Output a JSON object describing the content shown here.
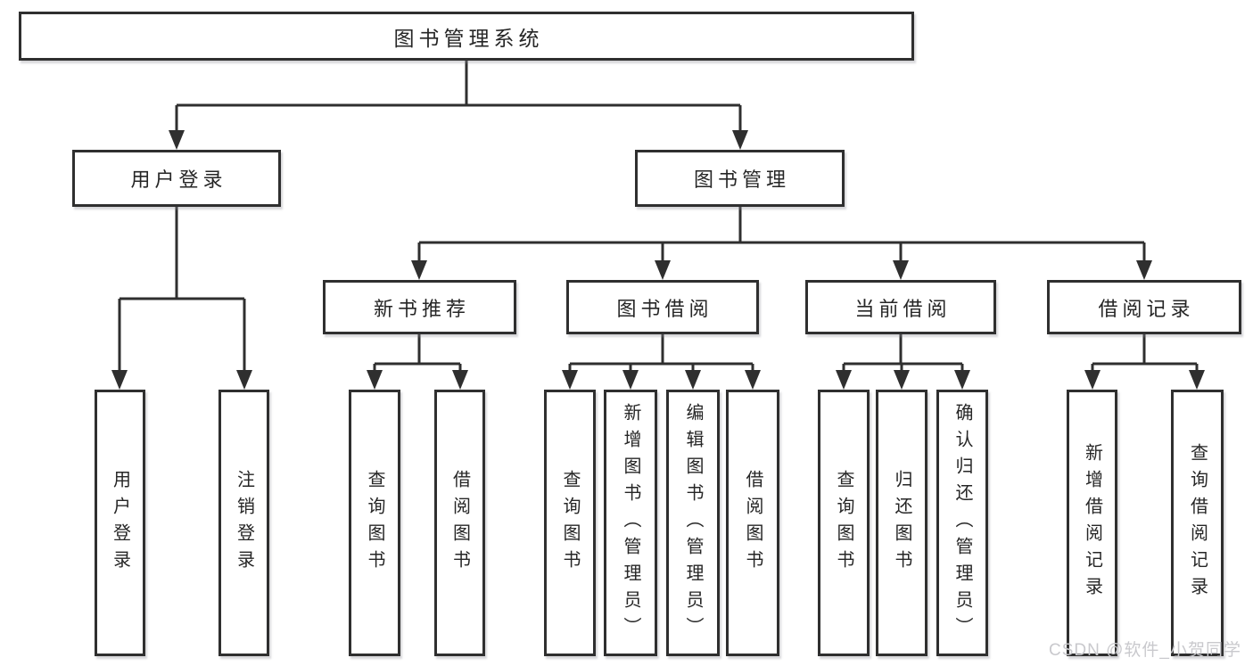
{
  "tree": {
    "label": "图书管理系统",
    "children": [
      {
        "label": "用户登录",
        "children": [
          {
            "label": "用户登录"
          },
          {
            "label": "注销登录"
          }
        ]
      },
      {
        "label": "图书管理",
        "children": [
          {
            "label": "新书推荐",
            "children": [
              {
                "label": "查询图书"
              },
              {
                "label": "借阅图书"
              }
            ]
          },
          {
            "label": "图书借阅",
            "children": [
              {
                "label": "查询图书"
              },
              {
                "label": "新增图书（管理员）"
              },
              {
                "label": "编辑图书（管理员）"
              },
              {
                "label": "借阅图书"
              }
            ]
          },
          {
            "label": "当前借阅",
            "children": [
              {
                "label": "查询图书"
              },
              {
                "label": "归还图书"
              },
              {
                "label": "确认归还（管理员）"
              }
            ]
          },
          {
            "label": "借阅记录",
            "children": [
              {
                "label": "新增借阅记录"
              },
              {
                "label": "查询借阅记录"
              }
            ]
          }
        ]
      }
    ]
  },
  "watermark": "CSDN @软件_小贺同学",
  "colors": {
    "line": "#2f2f2f",
    "text": "#262626",
    "watermark": "#c9c9cd",
    "background": "#ffffff"
  }
}
